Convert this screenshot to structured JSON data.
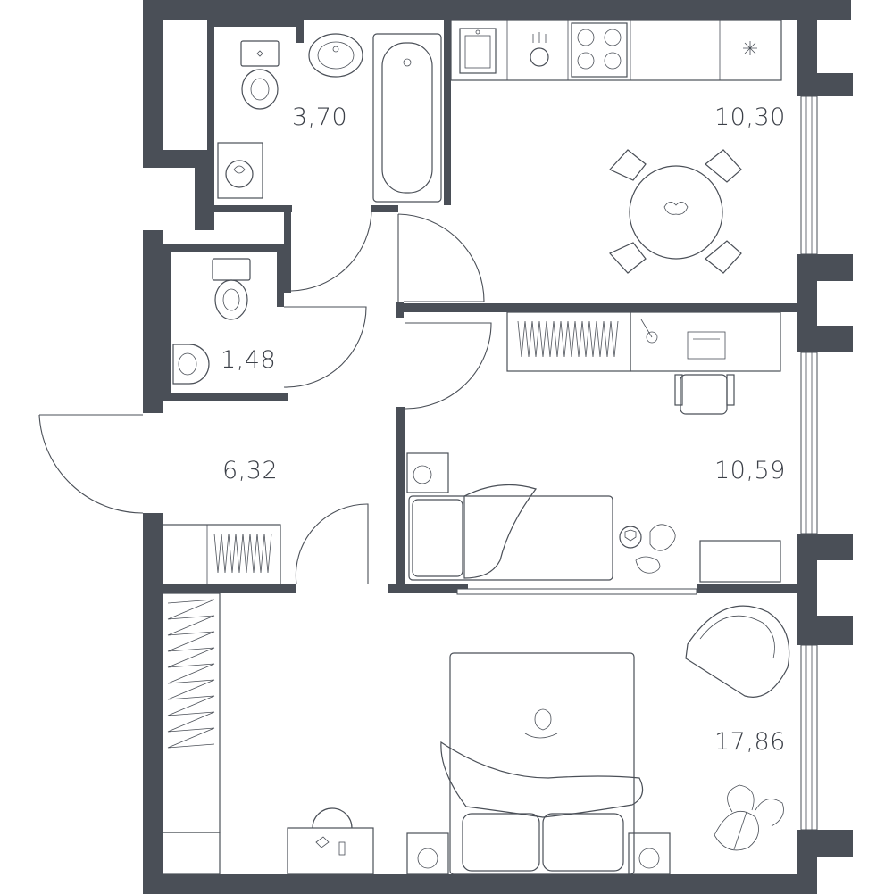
{
  "plan": {
    "rooms": [
      {
        "id": "bathroom",
        "area": "3,70"
      },
      {
        "id": "kitchen-living",
        "area": "10,30"
      },
      {
        "id": "wc",
        "area": "1,48"
      },
      {
        "id": "hallway",
        "area": "6,32"
      },
      {
        "id": "bedroom-small",
        "area": "10,59"
      },
      {
        "id": "bedroom-main",
        "area": "17,86"
      }
    ],
    "colors": {
      "wall": "#4a4f57",
      "line": "#4a4f57",
      "label": "#3c4048",
      "background": "#ffffff"
    }
  }
}
